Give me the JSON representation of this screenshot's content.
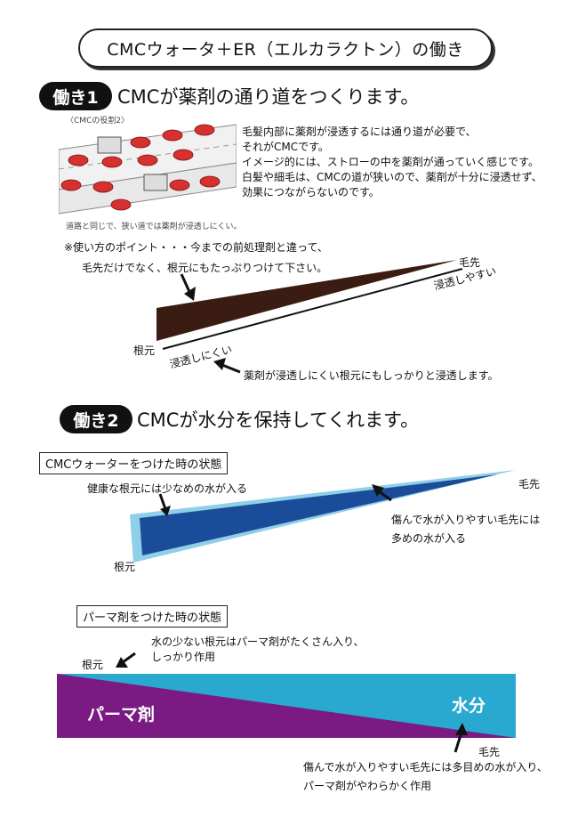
{
  "title": "CMCウォータ＋ER（エルカラクトン）の働き",
  "section1": {
    "badge": "働き1",
    "heading": "CMCが薬剤の通り道をつくります。",
    "illustration": {
      "caption_top": "〈CMCの役割2〉",
      "caption_bottom": "道路と同じで、狭い道では薬剤が浸透しにくい。"
    },
    "body_lines": [
      "毛髪内部に薬剤が浸透するには通り道が必要で、",
      "それがCMCです。",
      "イメージ的には、ストローの中を薬剤が通っていく感じです。",
      "白髪や細毛は、CMCの道が狭いので、薬剤が十分に浸透せず、",
      "効果につながらないのです。"
    ],
    "point_lines": [
      "※使い方のポイント・・・今までの前処理剤と違って、",
      "毛先だけでなく、根元にもたっぷりつけて下さい。"
    ],
    "label_tip": "毛先",
    "label_tip_sub": "浸透しやすい",
    "label_root": "根元",
    "label_root_sub": "浸透しにくい",
    "note_root": "薬剤が浸透しにくい根元にもしっかりと浸透します。",
    "colors": {
      "wedge": "#3a1c12"
    }
  },
  "section2": {
    "badge": "働き2",
    "heading": "CMCが水分を保持してくれます。",
    "box1_label": "CMCウォーターをつけた時の状態",
    "box1_root_note": "健康な根元には少なめの水が入る",
    "box1_tip": "毛先",
    "box1_tip_note_1": "傷んで水が入りやすい毛先には",
    "box1_tip_note_2": "多めの水が入る",
    "box1_root": "根元",
    "box2_label": "パーマ剤をつけた時の状態",
    "box2_note_1": "水の少ない根元はパーマ剤がたくさん入り、",
    "box2_note_2": "しっかり作用",
    "box2_root": "根元",
    "box2_perm": "パーマ剤",
    "box2_water": "水分",
    "box2_tip": "毛先",
    "box2_tip_note_1": "傷んで水が入りやすい毛先には多目めの水が入り、",
    "box2_tip_note_2": "パーマ剤がやわらかく作用",
    "colors": {
      "dark_blue": "#1b4c9a",
      "light_blue": "#8fcfe8",
      "purple": "#7a1a82",
      "cyan": "#2aa9d0"
    }
  }
}
